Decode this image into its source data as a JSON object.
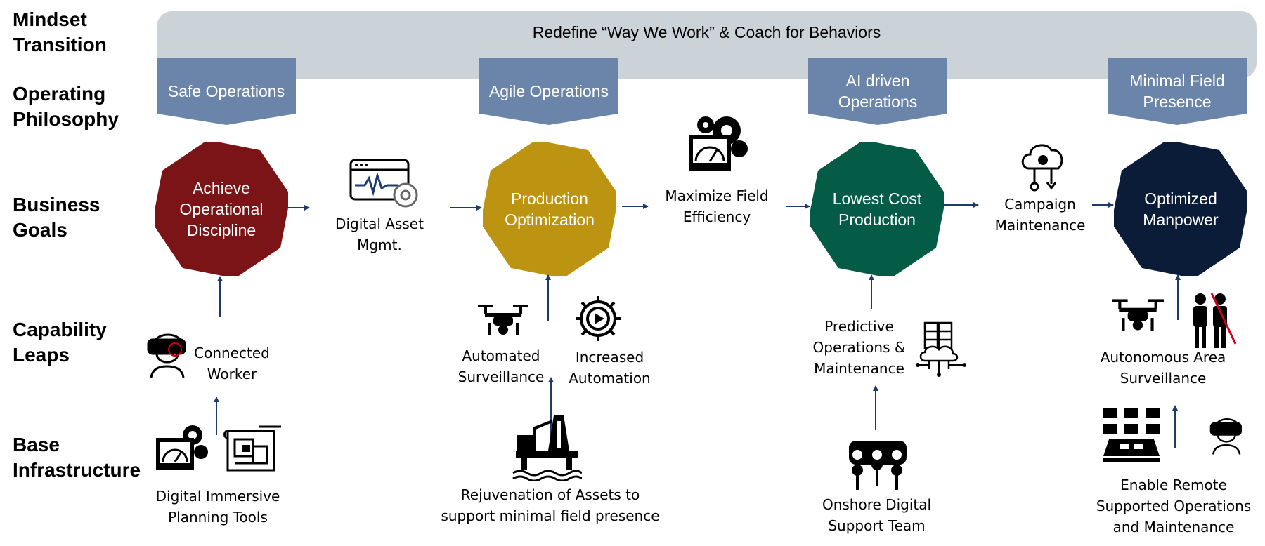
{
  "row_labels": {
    "mindset": "Mindset Transition",
    "philosophy": "Operating Philosophy",
    "goals": "Business Goals",
    "capability": "Capability Leaps",
    "infrastructure": "Base Infrastructure"
  },
  "banner": "Redefine “Way We Work” & Coach for Behaviors",
  "philosophies": [
    "Safe Operations",
    "Agile Operations",
    "AI driven Operations",
    "Minimal Field Presence"
  ],
  "goals": [
    {
      "label": "Achieve Operational Discipline",
      "color": "#7b1416"
    },
    {
      "label": "Production Optimization",
      "color": "#bd9411"
    },
    {
      "label": "Lowest Cost Production",
      "color": "#045c47"
    },
    {
      "label": "Optimized Manpower",
      "color": "#0b1c38"
    }
  ],
  "intermediates": [
    "Digital Asset Mgmt.",
    "Maximize Field Efficiency",
    "Campaign Maintenance"
  ],
  "capabilities": [
    "Connected Worker",
    "Automated Surveillance",
    "Increased Automation",
    "Predictive Operations & Maintenance",
    "Autonomous Area Surveillance"
  ],
  "infrastructure": [
    "Digital Immersive Planning Tools",
    "Rejuvenation of Assets to support minimal field presence",
    "Onshore Digital Support Team",
    "Enable Remote Supported Operations and Maintenance"
  ],
  "colors": {
    "philosophy_box": "#6b85aa",
    "banner": "#ccd3d8",
    "arrow": "#1d3a6e"
  },
  "icons": [
    "vr-headset-worker-icon",
    "dashboard-gear-icon",
    "blueprint-icon",
    "monitor-pulse-gear-icon",
    "drone-icon",
    "gear-play-icon",
    "offshore-rig-icon",
    "gauge-gears-icon",
    "cloud-server-icon",
    "team-people-icon",
    "head-gear-wrench-icon",
    "people-crossed-icon",
    "control-room-icon"
  ]
}
